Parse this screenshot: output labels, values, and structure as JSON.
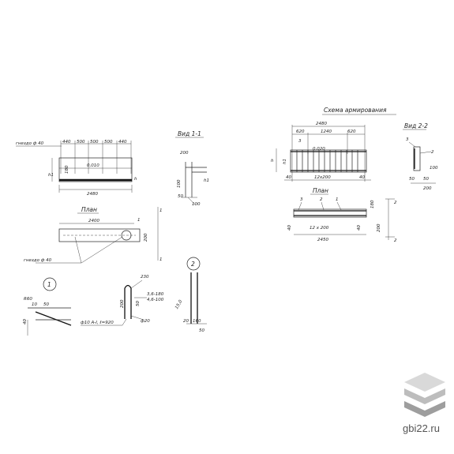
{
  "left": {
    "socket_label": "гнездо ф 40",
    "top_dims": [
      "440",
      "500",
      "500",
      "500",
      "440"
    ],
    "h_label": "h",
    "h1_label": "h1",
    "dim_180": "180",
    "dim_0010": "0,010",
    "dim_2480": "2480",
    "plan_title": "План",
    "plan_dim_2400": "2400",
    "plan_dim_200": "200",
    "marker_1": "1",
    "socket_label_2": "гнездо ф 40"
  },
  "view11": {
    "title": "Вид 1-1",
    "d200": "200",
    "d100a": "100",
    "h1": "h1",
    "d50": "50",
    "d100b": "100"
  },
  "detail1": {
    "num": "1",
    "r60": "R60",
    "d10": "10",
    "d50": "50",
    "d40": "40"
  },
  "detail2": {
    "num": "2",
    "d230": "230",
    "d200": "200",
    "d50": "50",
    "note1": "3,6-180",
    "note2": "4,6-100",
    "d150": "15,0",
    "d320": "ф20",
    "bottom": "ф10 А-I, ℓ=920",
    "d20": "20",
    "d160": "160",
    "d50b": "50"
  },
  "right": {
    "title": "Схема армирования",
    "d2480": "2480",
    "d620a": "620",
    "d1240": "1240",
    "d620b": "620",
    "m3": "3",
    "d0020": "0,020",
    "h": "h",
    "h1": "h1",
    "d40a": "40",
    "d12x200": "12x200",
    "d40b": "40",
    "plan_title": "План",
    "p3": "3",
    "p2": "2",
    "p1": "1",
    "d180": "180",
    "d40c": "40",
    "d12x200b": "12 x 200",
    "d40d": "40",
    "d200": "200",
    "d2450": "2450",
    "m2a": "2",
    "m2b": "2"
  },
  "view22": {
    "title": "Вид 2-2",
    "m3": "3",
    "m2": "2",
    "d100": "100",
    "d50": "50",
    "d50b": "50",
    "d200": "200"
  },
  "watermark": {
    "text": "gbi22.ru",
    "colors": [
      "#d9d9d9",
      "#bdbdbd",
      "#9e9e9e"
    ]
  }
}
